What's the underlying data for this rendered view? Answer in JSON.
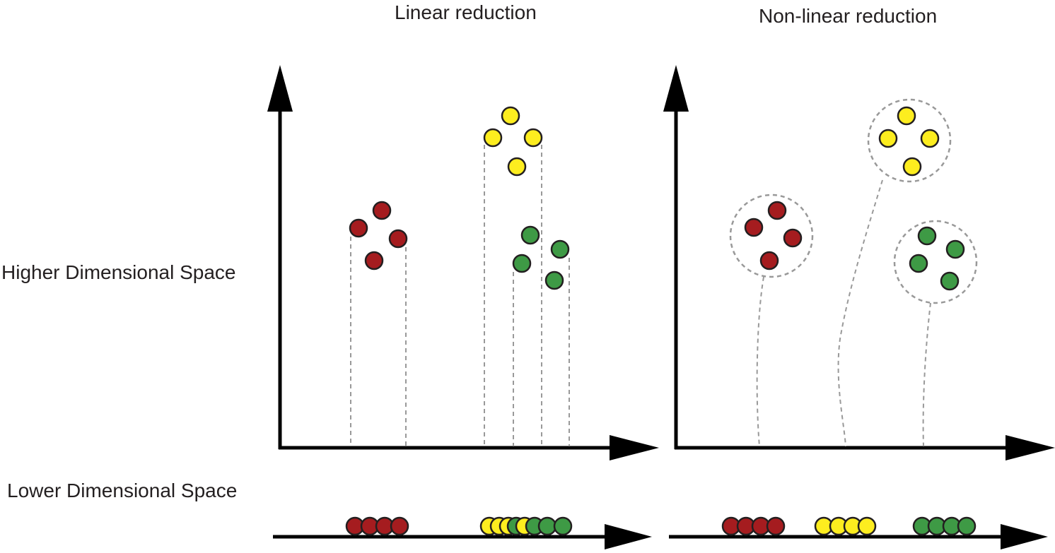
{
  "titles": {
    "linear": "Linear reduction",
    "nonlinear": "Non-linear reduction"
  },
  "labels": {
    "higher": "Higher Dimensional Space",
    "lower": "Lower Dimensional Space"
  },
  "colors": {
    "red": "#a51c1f",
    "yellow": "#fded1f",
    "green": "#3e9a45",
    "outline": "#231f20",
    "guide": "#999999"
  }
}
